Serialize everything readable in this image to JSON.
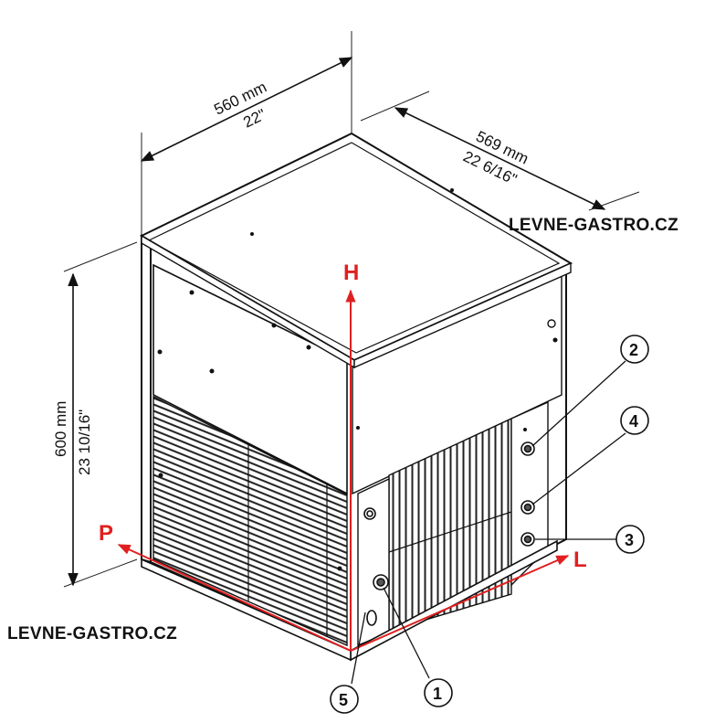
{
  "dimensions": {
    "width_mm": "560 mm",
    "width_in": "22\"",
    "depth_mm": "569 mm",
    "depth_in": "22 6/16\"",
    "height_mm": "600 mm",
    "height_in": "23 10/16\""
  },
  "watermarks": {
    "top_right": "LEVNE-GASTRO.CZ",
    "bottom_left": "LEVNE-GASTRO.CZ"
  },
  "axes": {
    "height_label": "H",
    "left_label": "P",
    "right_label": "L",
    "color": "#e02020"
  },
  "callouts": [
    "1",
    "2",
    "3",
    "4",
    "5"
  ]
}
